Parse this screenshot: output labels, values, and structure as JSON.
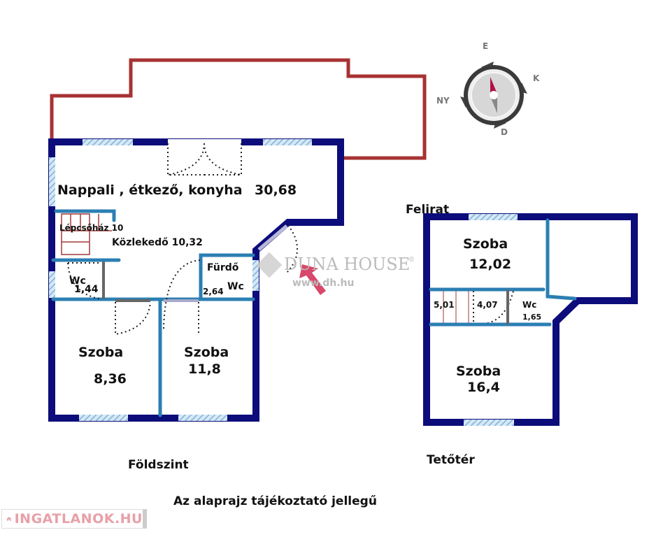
{
  "ground_floor": {
    "title": "Földszint",
    "rooms": {
      "living": "Nappali , étkező, konyha",
      "living_area": "30,68",
      "stairs": "Lépcsőház 10",
      "hall": "Közlekedő 10,32",
      "wc": "Wc",
      "wc_area": "1,44",
      "bath": "Fürdő",
      "bath_area": "2,64",
      "bath_wc": "Wc",
      "room1": "Szoba",
      "room1_area": "8,36",
      "room2": "Szoba",
      "room2_area": "11,8"
    }
  },
  "attic": {
    "title": "Tetőtér",
    "caption": "Felirat",
    "rooms": {
      "room1": "Szoba",
      "room1_area": "12,02",
      "stairs_area": "5,01",
      "hall_area": "4,07",
      "wc": "Wc",
      "wc_area": "1,65",
      "room2": "Szoba",
      "room2_area": "16,4"
    }
  },
  "compass": {
    "n": "E",
    "e": "K",
    "s": "D",
    "w": "NY"
  },
  "watermark": {
    "brand": "DUNA HOUSE",
    "reg": "®",
    "url": "www.dh.hu"
  },
  "disclaimer": "Az alaprajz tájékoztató jellegű",
  "logo": "INGATLANOK.HU",
  "colors": {
    "wall": "#0c0c7a",
    "inner_wall": "#2b7fb3",
    "terrace": "#a83232",
    "window": "#a9cbe6",
    "stairs": "#a33a3a"
  }
}
